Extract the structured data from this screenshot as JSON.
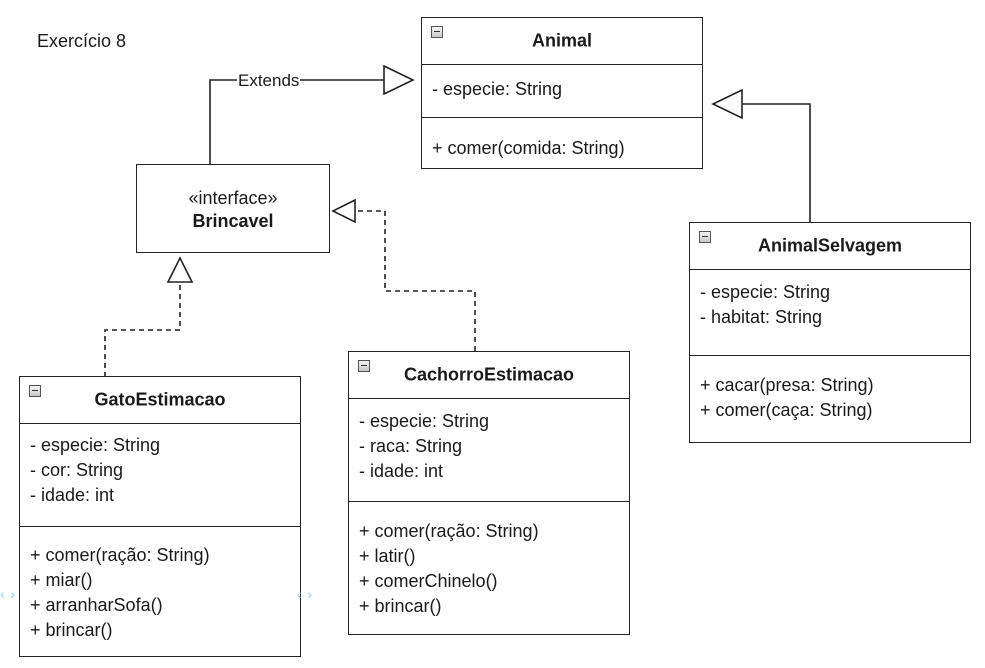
{
  "title": "Exercício 8",
  "edge_labels": {
    "extends": "Extends"
  },
  "interface": {
    "stereotype": "«interface»",
    "name": "Brincavel"
  },
  "classes": {
    "animal": {
      "name": "Animal",
      "attributes": [
        "- especie: String"
      ],
      "methods": [
        "+ comer(comida: String)"
      ]
    },
    "animal_selvagem": {
      "name": "AnimalSelvagem",
      "attributes": [
        "- especie: String",
        "- habitat: String"
      ],
      "methods": [
        "+ cacar(presa: String)",
        "+ comer(caça: String)"
      ]
    },
    "gato": {
      "name": "GatoEstimacao",
      "attributes": [
        "- especie: String",
        "- cor: String",
        "- idade: int"
      ],
      "methods": [
        "+ comer(ração: String)",
        "+ miar()",
        "+ arranharSofa()",
        "+ brincar()"
      ]
    },
    "cachorro": {
      "name": "CachorroEstimacao",
      "attributes": [
        "- especie: String",
        "- raca: String",
        "- idade: int"
      ],
      "methods": [
        "+ comer(ração: String)",
        "+ latir()",
        "+ comerChinelo()",
        "+ brincar()"
      ]
    }
  },
  "colors": {
    "line": "#222222",
    "ghost_handle": "#8fd3f5"
  }
}
